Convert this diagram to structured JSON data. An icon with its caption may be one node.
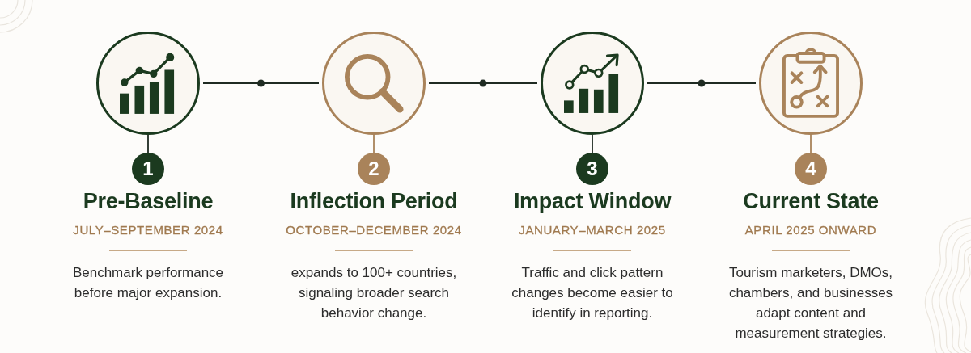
{
  "diagram": {
    "nodes": [
      {
        "text": [],
        "shape": "circle"
      },
      {
        "text": [
          "1"
        ],
        "beside": [
          "Pre-Baseline",
          "JULY–SEPTEMBER 2024",
          "Benchmark performance before major expansion."
        ]
      },
      {
        "text": [],
        "shape": "circle"
      },
      {
        "text": [
          "2"
        ],
        "beside": [
          "Inflection Period",
          "OCTOBER–DECEMBER 2024",
          "expands to 100+ countries, signaling broader search behavior change."
        ]
      },
      {
        "text": [],
        "shape": "circle"
      },
      {
        "text": [
          "3"
        ],
        "beside": [
          "Impact Window",
          "JANUARY–MARCH 2025",
          "Traffic and click pattern changes become easier to identify in reporting."
        ]
      },
      {
        "text": [],
        "shape": "circle"
      },
      {
        "text": [
          "4"
        ],
        "beside": [
          "Current State",
          "APRIL 2025 ONWARD",
          "Tourism marketers, DMOs, chambers, and businesses adapt content and measurement strategies."
        ]
      }
    ],
    "edges": [
      {
        "from": 0,
        "to": 2,
        "arrow": "none"
      },
      {
        "from": 2,
        "to": 4,
        "arrow": "none"
      },
      {
        "from": 4,
        "to": 6,
        "arrow": "none"
      },
      {
        "from": 0,
        "to": 1,
        "arrow": "none"
      },
      {
        "from": 2,
        "to": 3,
        "arrow": "none",
        "color": "#a9835a"
      },
      {
        "from": 4,
        "to": 5,
        "arrow": "none"
      },
      {
        "from": 6,
        "to": 7,
        "arrow": "none",
        "color": "#a9835a"
      }
    ]
  }
}
